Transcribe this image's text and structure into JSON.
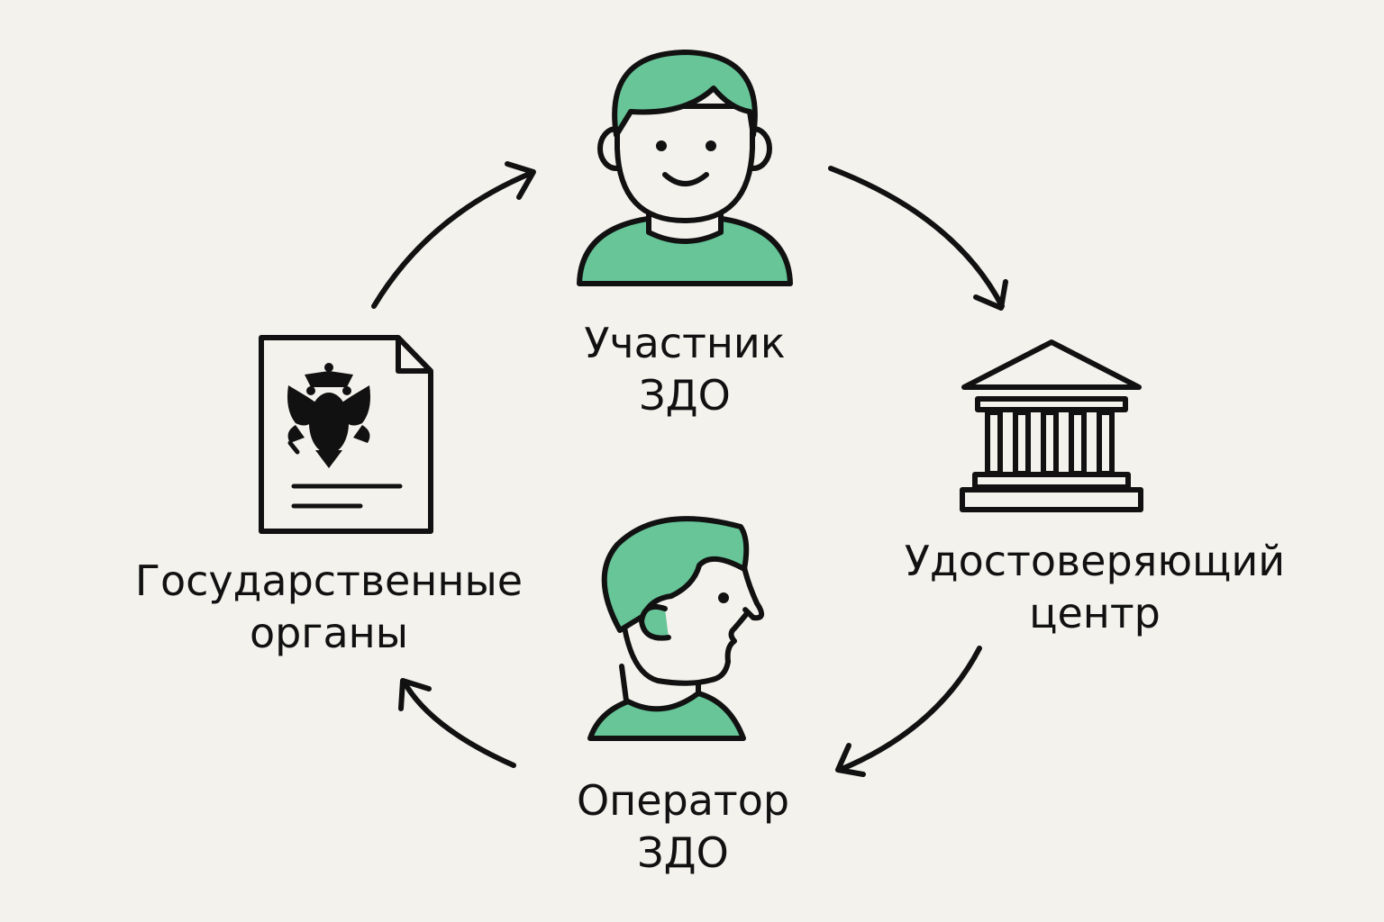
{
  "nodes": {
    "participant": {
      "line1": "Участник",
      "line2": "ЗДО",
      "icon": "smiling-person-icon"
    },
    "certification_center": {
      "line1": "Удостоверяющий",
      "line2": "центр",
      "icon": "bank-building-icon"
    },
    "operator": {
      "line1": "Оператор",
      "line2": "ЗДО",
      "icon": "person-profile-icon"
    },
    "government": {
      "line1": "Государственные",
      "line2": "органы",
      "icon": "document-with-coat-of-arms-icon"
    }
  },
  "colors": {
    "background": "#f3f2ed",
    "accent": "#67c598",
    "stroke": "#111111"
  }
}
